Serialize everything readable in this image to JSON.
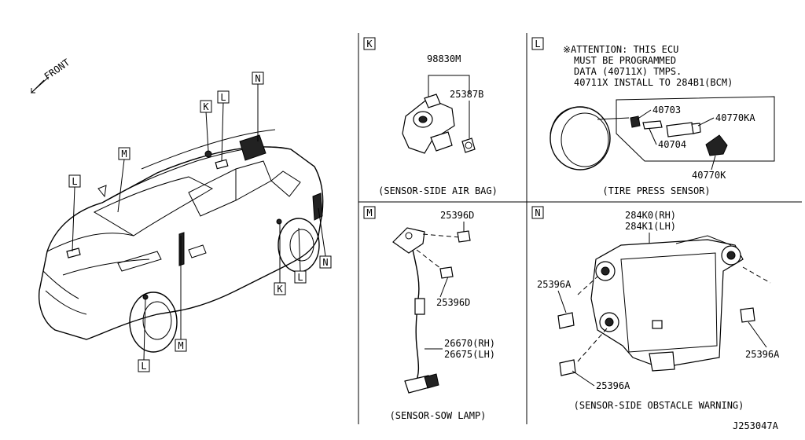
{
  "car": {
    "front_label": "FRONT",
    "callouts": [
      "N",
      "K",
      "L",
      "M",
      "L",
      "M",
      "L",
      "K",
      "L",
      "N"
    ]
  },
  "panels": {
    "k": {
      "letter": "K",
      "parts": [
        "98830M",
        "25387B"
      ],
      "caption": "(SENSOR-SIDE AIR BAG)"
    },
    "l": {
      "letter": "L",
      "note": [
        "※ATTENTION: THIS ECU",
        "MUST BE PROGRAMMED",
        "DATA (40711X) TMPS.",
        "40711X INSTALL TO 284B1(BCM)"
      ],
      "parts": [
        "40703",
        "40770KA",
        "40704",
        "40770K"
      ],
      "caption": "(TIRE PRESS SENSOR)"
    },
    "m": {
      "letter": "M",
      "parts": [
        "25396D",
        "25396D",
        "26670(RH)",
        "26675(LH)"
      ],
      "caption": "(SENSOR-SOW LAMP)"
    },
    "n": {
      "letter": "N",
      "parts": [
        "284K0(RH)",
        "284K1(LH)",
        "25396A",
        "25396A",
        "25396A"
      ],
      "caption": "(SENSOR-SIDE OBSTACLE WARNING)"
    }
  },
  "diagram_id": "J253047A"
}
